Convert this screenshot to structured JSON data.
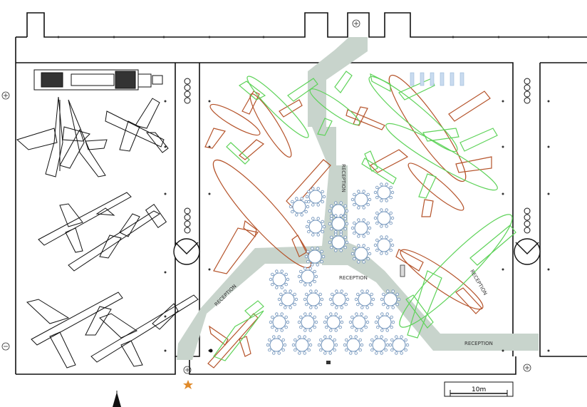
{
  "plan": {
    "corridors": [
      {
        "name": "north-corridor",
        "label": "RECEPTION"
      },
      {
        "name": "west-corridor",
        "label": "RECEPTION"
      },
      {
        "name": "center-corridor",
        "label": "RECEPTION"
      },
      {
        "name": "southeast-corridor",
        "label": "RECEPTION"
      },
      {
        "name": "east-corridor",
        "label": "RECEPTION"
      }
    ],
    "scale_bar": {
      "label": "10m"
    },
    "colors": {
      "wall": "#111111",
      "walkway": "#c8d4cc",
      "aircraft_green": "#5fd35a",
      "aircraft_red": "#b5532a",
      "aircraft_black": "#111111",
      "table_blue": "#6b8fb8",
      "marker_orange": "#e08a2a"
    }
  }
}
